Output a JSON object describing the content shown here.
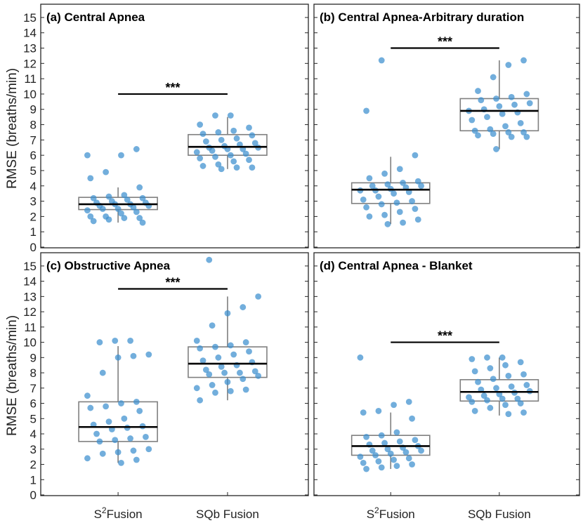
{
  "figure": {
    "ylabel": "RMSE (breaths/min)",
    "categories": [
      {
        "base": "S",
        "sup": "2",
        "rest": "Fusion"
      },
      {
        "base": "SQb  Fusion",
        "sup": "",
        "rest": ""
      }
    ],
    "colors": {
      "points": "#3b8fcf",
      "box": "#7f7f7f",
      "median": "#000000",
      "frame": "#262626"
    }
  },
  "chart_data": [
    {
      "type": "box-scatter",
      "title": "(a) Central Apnea",
      "ylim": [
        0,
        15.5
      ],
      "yticks": [
        0,
        1,
        2,
        3,
        4,
        5,
        6,
        7,
        8,
        9,
        10,
        11,
        12,
        13,
        14,
        15
      ],
      "ylabel": "RMSE (breaths/min)",
      "significance": {
        "label": "***",
        "y": 10.0
      },
      "groups": [
        {
          "box": {
            "q1": 2.45,
            "median": 2.8,
            "q3": 3.25,
            "whisker_low": 1.6,
            "whisker_high": 3.9
          },
          "points": [
            6.0,
            6.4,
            6.0,
            4.9,
            4.5,
            3.9,
            3.4,
            3.3,
            3.2,
            3.2,
            3.1,
            3.0,
            2.9,
            2.9,
            2.8,
            2.8,
            2.7,
            2.7,
            2.6,
            2.5,
            2.5,
            2.4,
            2.3,
            2.2,
            2.0,
            2.0,
            1.9,
            1.9,
            1.8,
            1.7,
            1.6
          ]
        },
        {
          "box": {
            "q1": 6.0,
            "median": 6.55,
            "q3": 7.35,
            "whisker_low": 5.1,
            "whisker_high": 8.5
          },
          "points": [
            8.6,
            8.6,
            8.0,
            7.8,
            7.6,
            7.5,
            7.4,
            7.3,
            7.1,
            7.0,
            6.9,
            6.8,
            6.7,
            6.6,
            6.5,
            6.5,
            6.4,
            6.4,
            6.3,
            6.2,
            6.1,
            6.0,
            5.9,
            5.8,
            5.7,
            5.6,
            5.4,
            5.3,
            5.2,
            5.2,
            5.1
          ]
        }
      ]
    },
    {
      "type": "box-scatter",
      "title": "(b) Central Apnea-Arbitrary duration",
      "ylim": [
        0,
        15.5
      ],
      "yticks": [
        0,
        1,
        2,
        3,
        4,
        5,
        6,
        7,
        8,
        9,
        10,
        11,
        12,
        13,
        14,
        15
      ],
      "ylabel": "",
      "significance": {
        "label": "***",
        "y": 13.0
      },
      "groups": [
        {
          "box": {
            "q1": 2.85,
            "median": 3.75,
            "q3": 4.2,
            "whisker_low": 1.5,
            "whisker_high": 5.9
          },
          "points": [
            12.2,
            8.9,
            6.0,
            5.1,
            4.8,
            4.5,
            4.3,
            4.2,
            4.1,
            4.0,
            4.0,
            3.9,
            3.8,
            3.7,
            3.7,
            3.6,
            3.5,
            3.3,
            3.1,
            3.0,
            2.9,
            2.8,
            2.6,
            2.5,
            2.3,
            2.1,
            2.0,
            1.8,
            1.6,
            1.5
          ]
        },
        {
          "box": {
            "q1": 7.6,
            "median": 8.9,
            "q3": 9.7,
            "whisker_low": 6.4,
            "whisker_high": 12.2
          },
          "points": [
            12.2,
            11.9,
            11.1,
            10.2,
            10.0,
            9.8,
            9.7,
            9.6,
            9.4,
            9.3,
            9.2,
            9.0,
            8.9,
            8.8,
            8.7,
            8.5,
            8.3,
            8.1,
            7.9,
            7.7,
            7.6,
            7.5,
            7.5,
            7.4,
            7.3,
            7.2,
            7.2,
            6.4
          ]
        }
      ]
    },
    {
      "type": "box-scatter",
      "title": "(c) Obstructive Apnea",
      "ylim": [
        0,
        15.5
      ],
      "yticks": [
        0,
        1,
        2,
        3,
        4,
        5,
        6,
        7,
        8,
        9,
        10,
        11,
        12,
        13,
        14,
        15
      ],
      "ylabel": "RMSE (breaths/min)",
      "significance": {
        "label": "***",
        "y": 13.5
      },
      "groups": [
        {
          "box": {
            "q1": 3.5,
            "median": 4.45,
            "q3": 6.1,
            "whisker_low": 2.1,
            "whisker_high": 9.75
          },
          "points": [
            10.1,
            10.1,
            10.0,
            9.2,
            9.1,
            9.0,
            8.0,
            6.5,
            6.1,
            6.0,
            5.8,
            5.7,
            5.5,
            5.0,
            4.8,
            4.6,
            4.5,
            4.4,
            4.3,
            4.0,
            3.8,
            3.7,
            3.6,
            3.5,
            3.0,
            2.9,
            2.8,
            2.7,
            2.4,
            2.3,
            2.1
          ]
        },
        {
          "box": {
            "q1": 7.7,
            "median": 8.6,
            "q3": 9.7,
            "whisker_low": 6.2,
            "whisker_high": 13.0
          },
          "points": [
            15.4,
            13.0,
            12.3,
            11.9,
            11.1,
            10.1,
            10.0,
            9.8,
            9.7,
            9.6,
            9.4,
            9.2,
            9.0,
            8.8,
            8.7,
            8.5,
            8.4,
            8.2,
            8.1,
            8.0,
            8.0,
            7.9,
            7.8,
            7.6,
            7.4,
            7.2,
            7.0,
            6.9,
            6.8,
            6.7,
            6.2
          ]
        }
      ]
    },
    {
      "type": "box-scatter",
      "title": "(d) Central Apnea - Blanket",
      "ylim": [
        0,
        15.5
      ],
      "yticks": [
        0,
        1,
        2,
        3,
        4,
        5,
        6,
        7,
        8,
        9,
        10,
        11,
        12,
        13,
        14,
        15
      ],
      "ylabel": "",
      "significance": {
        "label": "***",
        "y": 10.0
      },
      "groups": [
        {
          "box": {
            "q1": 2.6,
            "median": 3.2,
            "q3": 3.9,
            "whisker_low": 1.7,
            "whisker_high": 5.4
          },
          "points": [
            9.0,
            6.1,
            5.9,
            5.5,
            5.4,
            5.0,
            4.1,
            3.9,
            3.8,
            3.6,
            3.5,
            3.4,
            3.3,
            3.2,
            3.1,
            3.0,
            2.9,
            2.9,
            2.8,
            2.7,
            2.6,
            2.5,
            2.4,
            2.3,
            2.2,
            2.1,
            2.0,
            1.9,
            1.8,
            1.7
          ]
        },
        {
          "box": {
            "q1": 6.15,
            "median": 6.75,
            "q3": 7.55,
            "whisker_low": 5.2,
            "whisker_high": 9.0
          },
          "points": [
            9.0,
            9.0,
            8.9,
            8.7,
            8.5,
            8.3,
            8.1,
            7.9,
            7.8,
            7.6,
            7.4,
            7.2,
            7.1,
            7.0,
            6.9,
            6.8,
            6.7,
            6.6,
            6.5,
            6.4,
            6.3,
            6.3,
            6.2,
            6.1,
            6.0,
            5.9,
            5.7,
            5.5,
            5.4,
            5.3
          ]
        }
      ]
    }
  ]
}
